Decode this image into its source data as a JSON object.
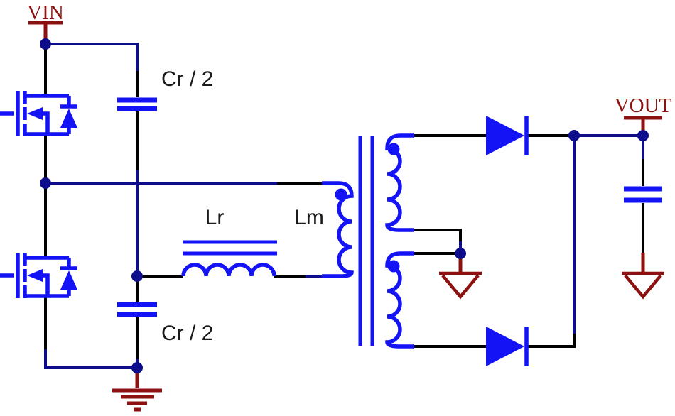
{
  "diagram": {
    "type": "circuit-schematic",
    "topology": "half-bridge LLC resonant converter",
    "ports": {
      "vin": "VIN",
      "vout": "VOUT"
    },
    "labels": {
      "cap_top": "Cr / 2",
      "cap_bottom": "Cr / 2",
      "resonant_inductor": "Lr",
      "magnetizing_inductor": "Lm"
    },
    "colors": {
      "bg": "#FFFFFF",
      "wire": "#000000",
      "net": "#0D0D8C",
      "comp": "#1313F5",
      "pwr": "#8C1212",
      "label": "#1A1A1A"
    },
    "components": [
      "high-side-mosfet",
      "low-side-mosfet",
      "resonant-capacitor-top",
      "resonant-capacitor-bottom",
      "resonant-inductor",
      "transformer",
      "rectifier-diode-top",
      "rectifier-diode-bottom",
      "output-capacitor",
      "primary-earth-ground",
      "center-tap-ground",
      "output-ground"
    ]
  }
}
